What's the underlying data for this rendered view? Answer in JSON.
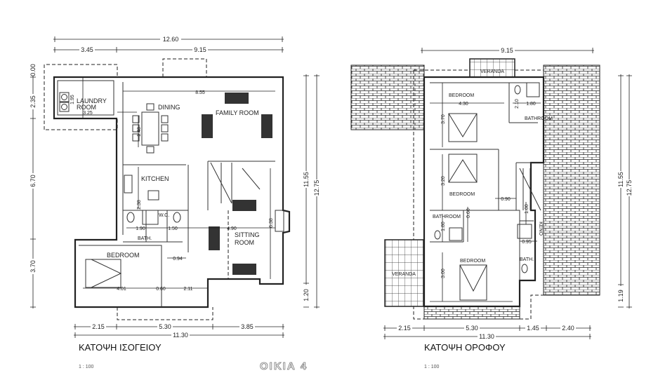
{
  "ground_floor": {
    "title": "ΚΑΤΟΨΗ ΙΣΟΓΕΙΟΥ",
    "scale": "1 : 100",
    "rooms": {
      "laundry_1": "LAUNDRY",
      "laundry_2": "ROOM",
      "dining": "DINING",
      "family_room": "FAMILY ROOM",
      "kitchen": "KITCHEN",
      "wc": "W.C.",
      "bath": "BATH.",
      "bedroom": "BEDROOM",
      "sitting_1": "SITTING",
      "sitting_2": "ROOM"
    },
    "dimensions": {
      "top_total": "12.60",
      "top_left": "3.45",
      "top_right": "9.15",
      "left_0": "0.00",
      "left_1": "2.35",
      "left_2": "6.70",
      "left_3": "3.70",
      "right_inner": "11.55",
      "right_outer": "12.75",
      "right_bottom": "1.20",
      "bottom_1": "2.15",
      "bottom_2": "5.30",
      "bottom_3": "3.85",
      "bottom_total": "11.30",
      "family_width": "8.55",
      "laundry_width": "3.25",
      "laundry_depth": "1.95",
      "dining_table": "1.48",
      "kitchen_depth": "2.38",
      "bath_width": "1.90",
      "wc_width": "1.50",
      "sitting_width": "4.90",
      "sitting_depth": "6.38",
      "hall": "0.94",
      "bedroom_width": "4.01",
      "closet": "0.60",
      "entry": "2.11"
    }
  },
  "upper_floor": {
    "title": "ΚΑΤΟΨΗ ΟΡΟΦΟΥ",
    "scale": "1 : 100",
    "rooms": {
      "veranda_top": "VERANDA",
      "bedroom_1": "BEDROOM",
      "bathroom_1": "BATHROOM",
      "bedroom_2": "BEDROOM",
      "bathroom_2": "BATHROOM",
      "bedroom_3": "BEDROOM",
      "bath_3": "BATH.",
      "void": "ΚΕΝΟ",
      "veranda_left": "VERANDA"
    },
    "dimensions": {
      "top": "9.15",
      "right_inner": "11.55",
      "right_outer": "12.75",
      "right_bottom": "1.19",
      "bottom_1": "2.15",
      "bottom_2": "5.30",
      "bottom_3": "1.45",
      "bottom_4": "2.40",
      "bottom_total": "11.30",
      "bedroom1_width": "4.30",
      "bedroom1_depth": "3.70",
      "bath1_depth": "2.10",
      "bath1_width": "1.80",
      "bedroom2_depth": "3.20",
      "hall": "0.90",
      "stair": "1.00",
      "bath2_a": "0.60",
      "bath2_b": "1.80",
      "bath3": "0.95",
      "bedroom3_depth": "3.00"
    }
  },
  "project_label": "ΟΙΚΙΑ 4"
}
